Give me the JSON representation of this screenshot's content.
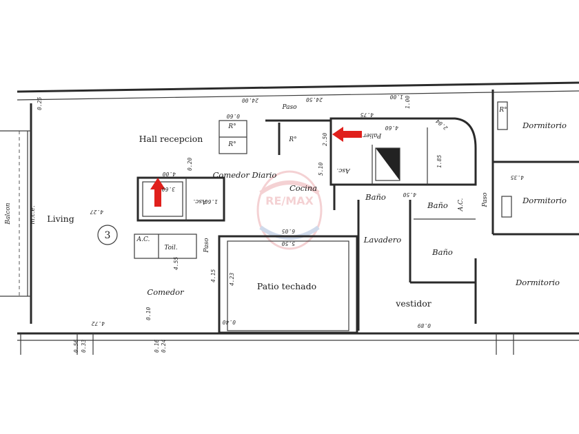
{
  "rooms": {
    "hall": "Hall recepcion",
    "comedor_diario": "Comedor Diario",
    "living": "Living",
    "cocina": "Cocina",
    "comedor": "Comedor",
    "patio": "Patio techado",
    "lavadero": "Lavadero",
    "vestidor": "vestidor",
    "dormitorio_1": "Dormitorio",
    "dormitorio_2": "Dormitorio",
    "dormitorio_3": "Dormitorio",
    "bano_1": "Baño",
    "bano_2": "Baño",
    "bano_3": "Baño",
    "paso_1": "Paso",
    "paso_2": "Paso",
    "paso_3": "Paso",
    "toil": "Toil.",
    "balcon": "Balcon",
    "palier": "Palier",
    "asc_1": "Asc.",
    "asc_2": "Asc.",
    "r_marks": [
      "R°",
      "R°",
      "R°",
      "R°"
    ],
    "ac_1": "A.C.",
    "ac_2": "A.C.",
    "mce": "m.c.e.",
    "unit_number": "3"
  },
  "dimensions": [
    "24.00",
    "24.50",
    "1.00",
    "4.75",
    "4.60",
    "4.00",
    "3.60",
    "4.27",
    "6.05",
    "5.50",
    "4.55",
    "4.72",
    "4.15",
    "4.23",
    "0.20",
    "2.04",
    "4.50",
    "0.40",
    "0.10",
    "0.89",
    "0.25",
    "4.35",
    "1.85",
    "5.10",
    "2.50",
    "0.60",
    "0.56",
    "0.33",
    "0.16",
    "0.24",
    "1.60",
    "1.00"
  ],
  "watermark": "RE/MAX",
  "colors": {
    "arrow": "#e0201c",
    "watermark": "#d0323a"
  }
}
